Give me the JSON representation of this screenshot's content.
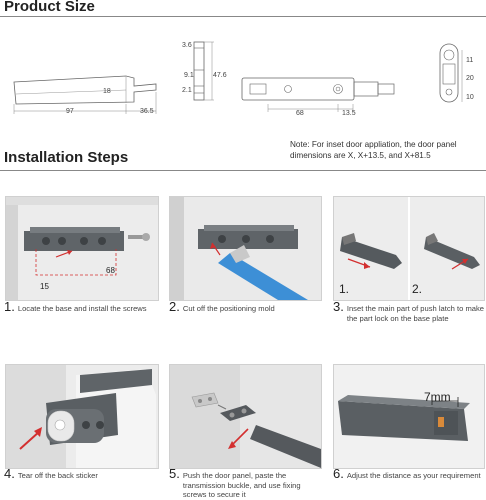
{
  "headers": {
    "product_size": "Product Size",
    "installation_steps": "Installation Steps"
  },
  "dimensions": {
    "side_height": "18",
    "side_length": "97",
    "side_tip": "36.5",
    "profile_top": "3.6",
    "profile_mid": "9.1",
    "profile_bottom": "2.1",
    "profile_height": "47.6",
    "top_length": "68",
    "top_tip": "13.5",
    "end_11": "11",
    "end_20": "20",
    "end_10": "10"
  },
  "note": "Note: For inset door appliation, the door panel dimensions are X, X+13.5, and X+81.5",
  "steps": [
    {
      "num": "1.",
      "text": "Locate the base and install the screws",
      "label_a": "15",
      "label_b": "68"
    },
    {
      "num": "2.",
      "text": "Cut off the positioning mold"
    },
    {
      "num": "3.",
      "text": "Inset the main part of push latch to make the part lock on the base plate",
      "sub_a": "1.",
      "sub_b": "2."
    },
    {
      "num": "4.",
      "text": "Tear off the back sticker"
    },
    {
      "num": "5.",
      "text": "Push the door panel, paste the transmission buckle, and use fixing screws to secure it"
    },
    {
      "num": "6.",
      "text": "Adjust the distance as your requirement",
      "measure": "7mm"
    }
  ],
  "colors": {
    "accent_red": "#d32f2f",
    "latch_gray": "#5a5f63",
    "blue_handle": "#3d8fd6"
  }
}
